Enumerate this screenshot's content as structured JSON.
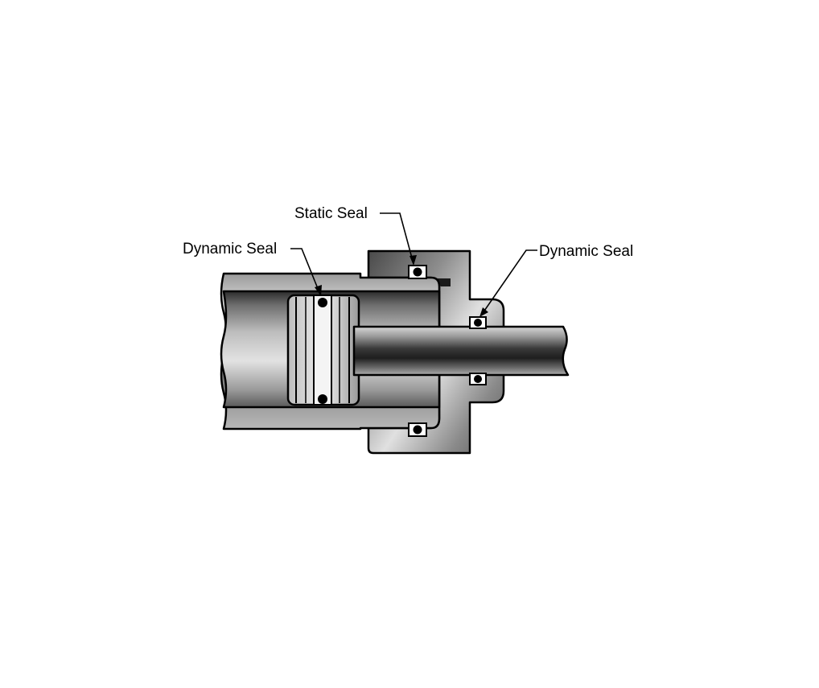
{
  "labels": {
    "static_seal": "Static Seal",
    "dynamic_seal_piston": "Dynamic Seal",
    "dynamic_seal_rod": "Dynamic Seal"
  },
  "colors": {
    "outline": "#000000",
    "background": "#ffffff",
    "metal_dark": "#3c3c3c",
    "metal_mid": "#8a8a8a",
    "metal_light": "#e6e6e6",
    "seal_fill": "#000000",
    "seal_groove": "#ffffff"
  }
}
